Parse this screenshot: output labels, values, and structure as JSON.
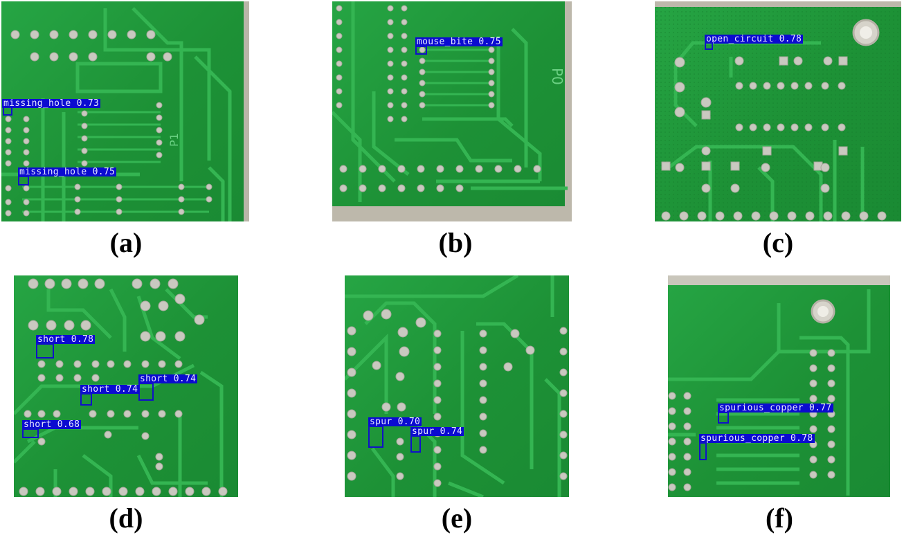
{
  "figure": {
    "panels": [
      {
        "caption": "(a)",
        "board_marking": "P1",
        "detections": [
          {
            "label": "missing_hole 0.73",
            "class": "missing_hole",
            "confidence": 0.73
          },
          {
            "label": "missing_hole 0.75",
            "class": "missing_hole",
            "confidence": 0.75
          }
        ]
      },
      {
        "caption": "(b)",
        "board_marking": "P0",
        "detections": [
          {
            "label": "mouse_bite 0.75",
            "class": "mouse_bite",
            "confidence": 0.75
          }
        ]
      },
      {
        "caption": "(c)",
        "board_marking": "",
        "detections": [
          {
            "label": "open_circuit 0.78",
            "class": "open_circuit",
            "confidence": 0.78
          }
        ]
      },
      {
        "caption": "(d)",
        "board_marking": "",
        "detections": [
          {
            "label": "short 0.78",
            "class": "short",
            "confidence": 0.78
          },
          {
            "label": "short 0.74",
            "class": "short",
            "confidence": 0.74
          },
          {
            "label": "short 0.74",
            "class": "short",
            "confidence": 0.74
          },
          {
            "label": "short 0.68",
            "class": "short",
            "confidence": 0.68
          }
        ]
      },
      {
        "caption": "(e)",
        "board_marking": "",
        "detections": [
          {
            "label": "spur 0.70",
            "class": "spur",
            "confidence": 0.7
          },
          {
            "label": "spur 0.74",
            "class": "spur",
            "confidence": 0.74
          }
        ]
      },
      {
        "caption": "(f)",
        "board_marking": "",
        "detections": [
          {
            "label": "spurious_copper 0.77",
            "class": "spurious_copper",
            "confidence": 0.77
          },
          {
            "label": "spurious_copper 0.78",
            "class": "spurious_copper",
            "confidence": 0.78
          }
        ]
      }
    ],
    "colors": {
      "board": "#1f9a3a",
      "trace": "#2fb24e",
      "pad": "#c9c9c0",
      "box": "#1010c8",
      "label_bg": "#0b0bd0"
    }
  }
}
